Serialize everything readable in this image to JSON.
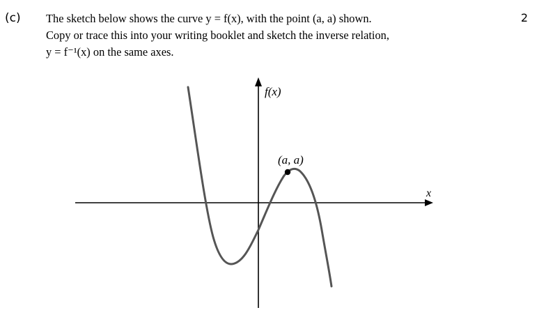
{
  "question": {
    "part_label": "(c)",
    "marks": "2",
    "line1": "The sketch below shows the curve y = f(x), with the point (a, a) shown.",
    "line2": "Copy or trace this into your writing booklet and sketch the inverse relation,",
    "line3": "y = f⁻¹(x) on the same axes."
  },
  "figure": {
    "y_axis_label": "f(x)",
    "x_axis_label": "x",
    "point_label": "(a, a)",
    "curve_color": "#555555",
    "axis_color": "#000000"
  }
}
